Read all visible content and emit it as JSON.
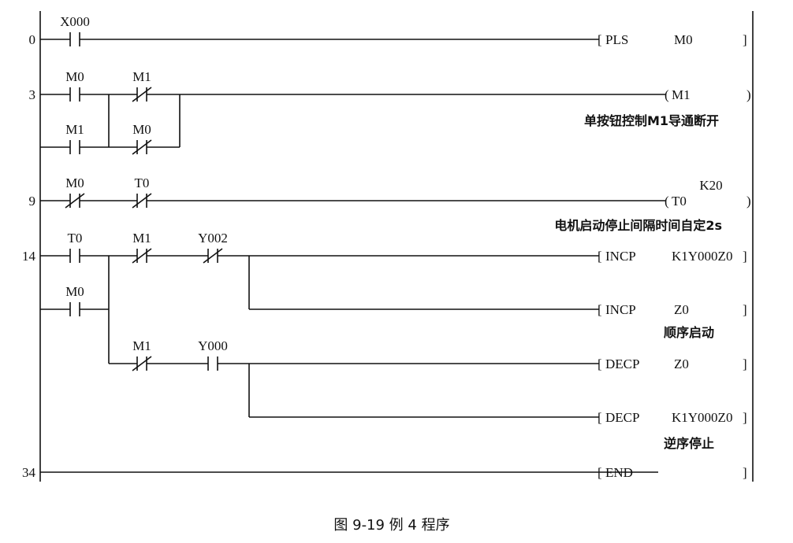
{
  "steps": [
    "0",
    "3",
    "9",
    "14",
    "34"
  ],
  "contacts": [
    {
      "label": "X000",
      "type": "NO"
    },
    {
      "label": "M0",
      "type": "NO"
    },
    {
      "label": "M1",
      "type": "NC"
    },
    {
      "label": "M1",
      "type": "NO"
    },
    {
      "label": "M0",
      "type": "NC"
    },
    {
      "label": "M0",
      "type": "NC"
    },
    {
      "label": "T0",
      "type": "NC"
    },
    {
      "label": "T0",
      "type": "NO"
    },
    {
      "label": "M1",
      "type": "NC"
    },
    {
      "label": "Y002",
      "type": "NC"
    },
    {
      "label": "M0",
      "type": "NO"
    },
    {
      "label": "M1",
      "type": "NC"
    },
    {
      "label": "Y000",
      "type": "NO"
    }
  ],
  "outputs": [
    {
      "kind": "instr",
      "op": "PLS",
      "arg": "M0"
    },
    {
      "kind": "coil",
      "op": "M1",
      "arg": ""
    },
    {
      "kind": "coil",
      "op": "T0",
      "arg": "K20"
    },
    {
      "kind": "instr",
      "op": "INCP",
      "arg": "K1Y000Z0"
    },
    {
      "kind": "instr",
      "op": "INCP",
      "arg": "Z0"
    },
    {
      "kind": "instr",
      "op": "DECP",
      "arg": "Z0"
    },
    {
      "kind": "instr",
      "op": "DECP",
      "arg": "K1Y000Z0"
    },
    {
      "kind": "instr",
      "op": "END",
      "arg": ""
    }
  ],
  "comments": [
    "单按钮控制M1导通断开",
    "电机启动停止间隔时间自定2s",
    "顺序启动",
    "逆序停止"
  ],
  "caption": "图 9-19    例 4 程序"
}
